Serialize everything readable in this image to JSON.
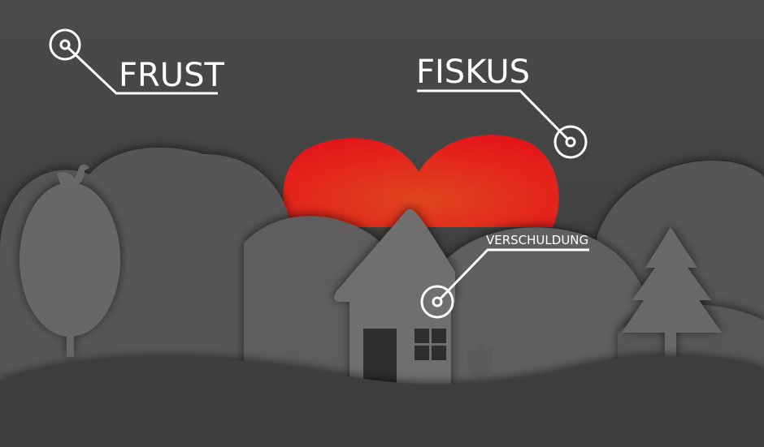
{
  "labels": {
    "frust": "FRUST",
    "fiskus": "FISKUS",
    "verschuldung": "VERSCHULDUNG"
  },
  "colors": {
    "sky": "#474747",
    "heart": "#e3261a",
    "hills_back": "#5a5959",
    "hills_mid": "#636262",
    "house": "#6d6c6c",
    "ground": "#3d3c3c",
    "label": "#ffffff"
  }
}
